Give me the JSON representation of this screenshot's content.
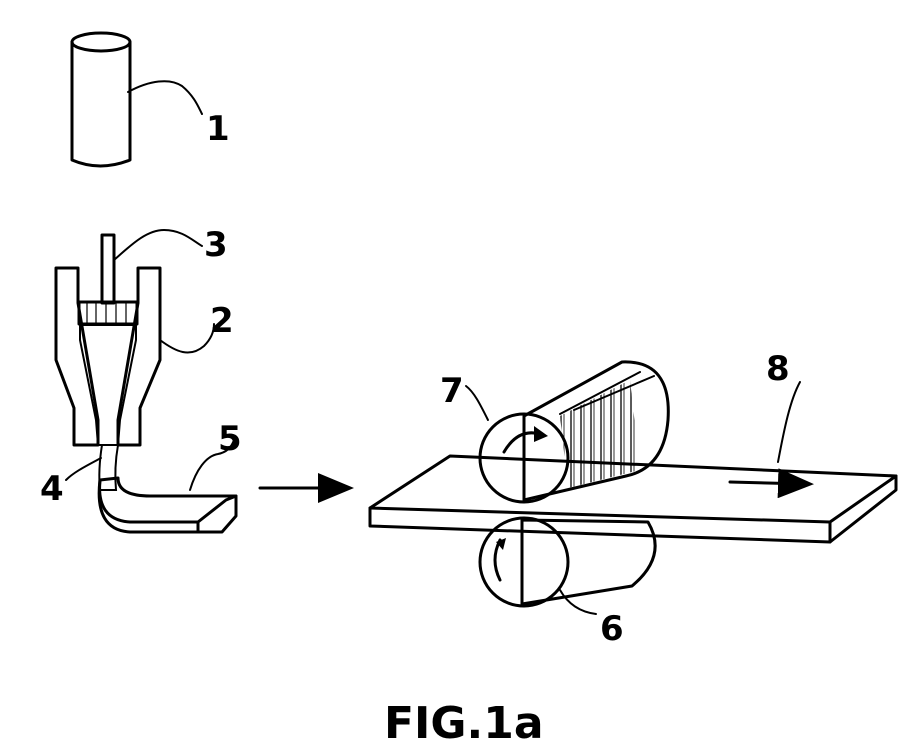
{
  "figure": {
    "caption": "FIG.1a",
    "labels": {
      "l1": "1",
      "l2": "2",
      "l3": "3",
      "l4": "4",
      "l5": "5",
      "l6": "6",
      "l7": "7",
      "l8": "8"
    },
    "colors": {
      "ink": "#000000",
      "paper": "#ffffff"
    }
  }
}
